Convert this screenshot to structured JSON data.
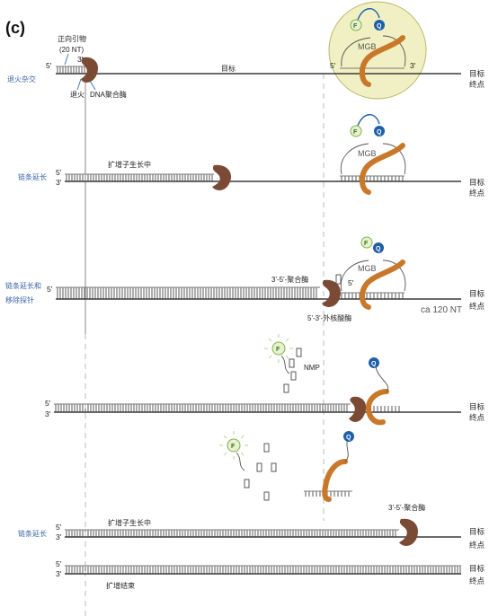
{
  "panel_label": "(c)",
  "side_labels": {
    "annealing": "退火杂交",
    "extension": "链条延长",
    "extension_displacement": [
      "链条延长和",
      "移除探针"
    ],
    "extension_final": "链条延长"
  },
  "annotations": {
    "forward_primer": [
      "正向引物",
      "(20 NT)"
    ],
    "annealing": "退火",
    "dna_polymerase": "DNA聚合酶",
    "target": "目标",
    "target_end": [
      "目标",
      "终点"
    ],
    "amplicon_growing": "扩增子生长中",
    "polymerase_3to5": "3'-5'-聚合酶",
    "exonuclease_5to3": "5'-3'-外核酸酶",
    "ca_120nt": "ca 120 NT",
    "nmp": "NMP",
    "amplification_end": "扩增结束",
    "mgb": "MGB",
    "five_prime": "5'",
    "three_prime": "3'",
    "fluor": "F",
    "quencher": "Q"
  },
  "colors": {
    "polymerase": "#7b4a35",
    "probe": "#c9782a",
    "fluor_fill": "#e6f1d2",
    "fluor_stroke": "#7fb347",
    "quencher": "#1f5fa8",
    "highlight": "#f0f0c4",
    "side_text": "#3a66a8"
  }
}
